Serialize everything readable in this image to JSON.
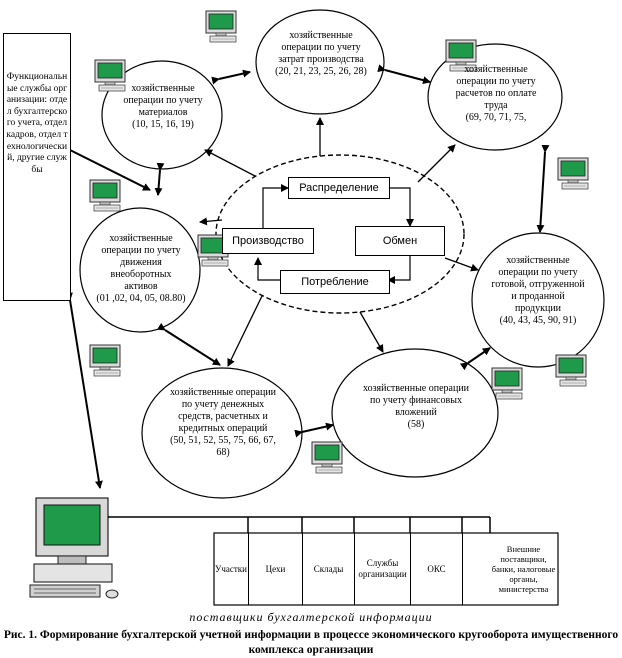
{
  "left_box": {
    "text": "Функциональные службы организации: отдел бухгалтерского учета, отдел кадров, отдел технологический, другие службы"
  },
  "center": {
    "distribution": "Распределение",
    "production": "Производство",
    "exchange": "Обмен",
    "consumption": "Потребление"
  },
  "circles": {
    "costs": {
      "text": "хозяйственные операции по учету затрат производства",
      "accounts": "(20, 21, 23, 25, 26, 28)"
    },
    "materials": {
      "text": "хозяйственные операции по учету материалов",
      "accounts": "(10, 15, 16, 19)"
    },
    "payroll": {
      "text": "хозяйственные операции по учету расчетов по оплате труда",
      "accounts": "(69, 70, 71, 75,"
    },
    "assets": {
      "text": "хозяйственные операции по учету движения внеоборотных активов",
      "accounts": "(01 ,02, 04, 05, 08.80)"
    },
    "products": {
      "text": "хозяйственные операции по учету готовой, отгруженной и проданной продукции",
      "accounts": "(40, 43, 45, 90, 91)"
    },
    "cash": {
      "text": "хозяйственные операции по учету денежных средств, расчетных и кредитных операций",
      "accounts": "(50, 51, 52, 55, 75, 66, 67, 68)"
    },
    "investments": {
      "text": "хозяйственные операции по учету финансовых вложений",
      "accounts": "(58)"
    }
  },
  "sources": [
    "Участки",
    "Цехи",
    "Склады",
    "Службы организации",
    "ОКС",
    "Внешние поставщики, банки, налоговые органы, министерства"
  ],
  "caption": {
    "subtitle": "поставщики бухгалтерской информации",
    "title": "Рис. 1. Формирование бухгалтерской учетной информации в процессе экономического кругооборота имущественного комплекса организации"
  }
}
